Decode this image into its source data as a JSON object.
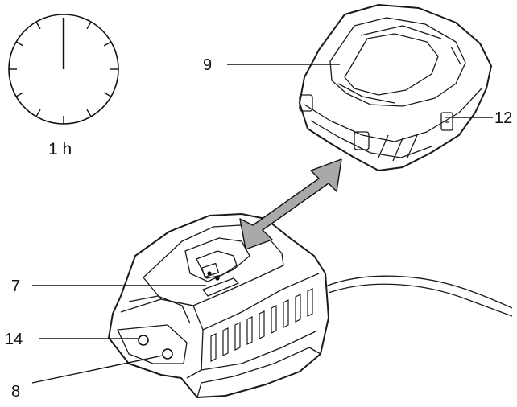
{
  "clock": {
    "caption": "1 h"
  },
  "callouts": [
    {
      "id": "9",
      "text": "9",
      "part": "battery-top"
    },
    {
      "id": "12",
      "text": "12",
      "part": "battery-release-button"
    },
    {
      "id": "7",
      "text": "7",
      "part": "charger-slot"
    },
    {
      "id": "14",
      "text": "14",
      "part": "indicator-led-upper"
    },
    {
      "id": "8",
      "text": "8",
      "part": "indicator-led-lower"
    }
  ],
  "colors": {
    "line": "#111111",
    "arrow_fill": "#a9a9a9",
    "background": "#ffffff"
  }
}
